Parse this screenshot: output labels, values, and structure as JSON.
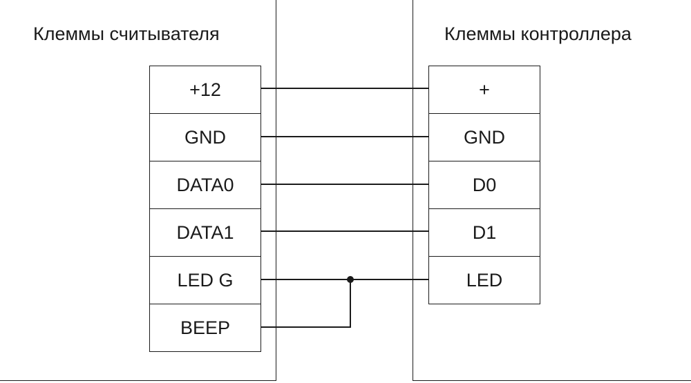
{
  "reader": {
    "title": "Клеммы считывателя",
    "terminals": [
      "+12",
      "GND",
      "DATA0",
      "DATA1",
      "LED G",
      "BEEP"
    ]
  },
  "controller": {
    "title": "Клеммы контроллера",
    "terminals": [
      "+",
      "GND",
      "D0",
      "D1",
      "LED"
    ]
  },
  "connections": [
    {
      "from": "+12",
      "to": "+"
    },
    {
      "from": "GND",
      "to": "GND"
    },
    {
      "from": "DATA0",
      "to": "D0"
    },
    {
      "from": "DATA1",
      "to": "D1"
    },
    {
      "from": "LED G",
      "to": "LED"
    },
    {
      "from": "BEEP",
      "to": "LED"
    }
  ],
  "colors": {
    "line": "#1a1a1a",
    "background": "#ffffff"
  }
}
